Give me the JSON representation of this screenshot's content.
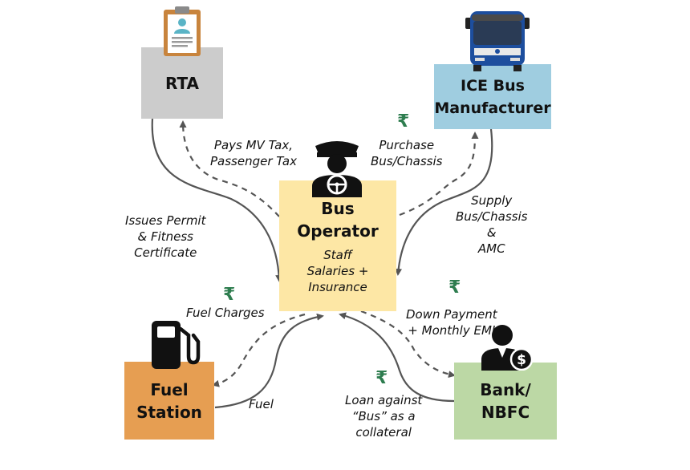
{
  "nodes": {
    "rta": "RTA",
    "ice_bus": [
      "ICE Bus",
      "Manufacturer"
    ],
    "operator": [
      "Bus",
      "Operator"
    ],
    "operator_costs": [
      "Staff",
      "Salaries +",
      "Insurance"
    ],
    "fuel_station": [
      "Fuel",
      "Station"
    ],
    "bank": [
      "Bank/",
      "NBFC"
    ]
  },
  "flows": {
    "pays_tax": [
      "Pays MV Tax,",
      "Passenger Tax"
    ],
    "issues_permit": [
      "Issues Permit",
      "& Fitness",
      "Certificate"
    ],
    "purchase_bus": [
      "Purchase",
      "Bus/Chassis"
    ],
    "supply_bus": [
      "Supply",
      "Bus/Chassis",
      "&",
      "AMC"
    ],
    "fuel_charges": "Fuel Charges",
    "fuel": "Fuel",
    "down_payment": [
      "Down Payment",
      "+ Monthly EMI"
    ],
    "loan": [
      "Loan against",
      "“Bus” as a",
      "collateral"
    ]
  },
  "currency_symbol": "₹",
  "icons": [
    "clipboard-icon",
    "bus-icon",
    "driver-icon",
    "fuel-pump-icon",
    "banker-icon"
  ],
  "colors": {
    "rta": "#cccccc",
    "ice_bus": "#9fcde0",
    "operator": "#fde7a5",
    "fuel_station": "#e69e52",
    "bank": "#bcd8a5",
    "rupee": "#2e7d4f",
    "arrow": "#555555"
  }
}
